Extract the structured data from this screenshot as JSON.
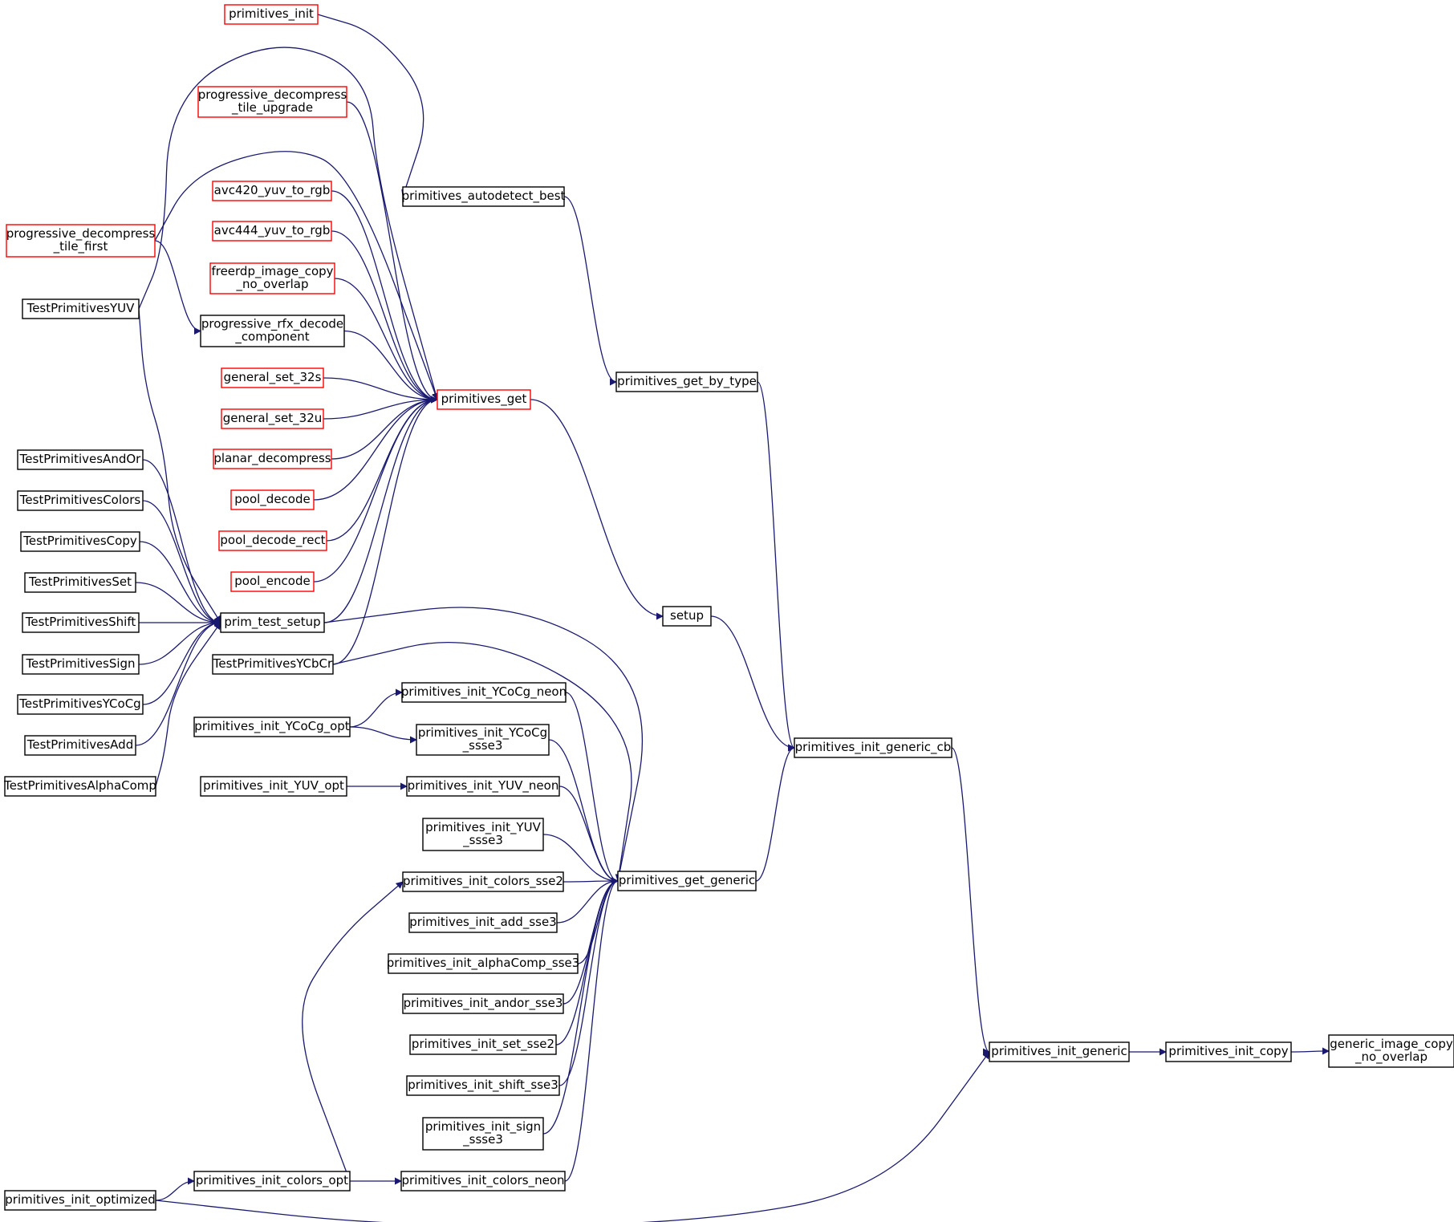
{
  "colors": {
    "edge": "#191970",
    "node_border": "#000000",
    "node_border_truncated": "#ff0000",
    "focus_fill": "#bfbfbf"
  },
  "nodes": [
    {
      "id": "primitives_init",
      "lines": [
        "primitives_init"
      ],
      "truncated": true
    },
    {
      "id": "prog_tile_upgrade",
      "lines": [
        "progressive_decompress",
        "_tile_upgrade"
      ],
      "truncated": true
    },
    {
      "id": "avc420",
      "lines": [
        "avc420_yuv_to_rgb"
      ],
      "truncated": true
    },
    {
      "id": "avc444",
      "lines": [
        "avc444_yuv_to_rgb"
      ],
      "truncated": true
    },
    {
      "id": "freerdp_copy",
      "lines": [
        "freerdp_image_copy",
        "_no_overlap"
      ],
      "truncated": true
    },
    {
      "id": "prog_rfx",
      "lines": [
        "progressive_rfx_decode",
        "_component"
      ],
      "truncated": false
    },
    {
      "id": "set32s",
      "lines": [
        "general_set_32s"
      ],
      "truncated": true
    },
    {
      "id": "set32u",
      "lines": [
        "general_set_32u"
      ],
      "truncated": true
    },
    {
      "id": "planar",
      "lines": [
        "planar_decompress"
      ],
      "truncated": true
    },
    {
      "id": "pool_decode",
      "lines": [
        "pool_decode"
      ],
      "truncated": true
    },
    {
      "id": "pool_decode_rect",
      "lines": [
        "pool_decode_rect"
      ],
      "truncated": true
    },
    {
      "id": "pool_encode",
      "lines": [
        "pool_encode"
      ],
      "truncated": true
    },
    {
      "id": "prog_tile_first",
      "lines": [
        "progressive_decompress",
        "_tile_first"
      ],
      "truncated": true
    },
    {
      "id": "t_yuv",
      "lines": [
        "TestPrimitivesYUV"
      ],
      "truncated": false
    },
    {
      "id": "t_andor",
      "lines": [
        "TestPrimitivesAndOr"
      ],
      "truncated": false
    },
    {
      "id": "t_colors",
      "lines": [
        "TestPrimitivesColors"
      ],
      "truncated": false
    },
    {
      "id": "t_copy",
      "lines": [
        "TestPrimitivesCopy"
      ],
      "truncated": false
    },
    {
      "id": "t_set",
      "lines": [
        "TestPrimitivesSet"
      ],
      "truncated": false
    },
    {
      "id": "t_shift",
      "lines": [
        "TestPrimitivesShift"
      ],
      "truncated": false
    },
    {
      "id": "t_sign",
      "lines": [
        "TestPrimitivesSign"
      ],
      "truncated": false
    },
    {
      "id": "t_ycocg",
      "lines": [
        "TestPrimitivesYCoCg"
      ],
      "truncated": false
    },
    {
      "id": "t_add",
      "lines": [
        "TestPrimitivesAdd"
      ],
      "truncated": false
    },
    {
      "id": "t_alpha",
      "lines": [
        "TestPrimitivesAlphaComp"
      ],
      "truncated": false
    },
    {
      "id": "prim_test_setup",
      "lines": [
        "prim_test_setup"
      ],
      "truncated": false
    },
    {
      "id": "t_ycbcr",
      "lines": [
        "TestPrimitivesYCbCr"
      ],
      "truncated": false
    },
    {
      "id": "autodetect",
      "lines": [
        "primitives_autodetect_best"
      ],
      "truncated": false
    },
    {
      "id": "primitives_get",
      "lines": [
        "primitives_get"
      ],
      "truncated": true
    },
    {
      "id": "get_by_type",
      "lines": [
        "primitives_get_by_type"
      ],
      "truncated": false
    },
    {
      "id": "setup",
      "lines": [
        "setup"
      ],
      "truncated": false
    },
    {
      "id": "ycocg_neon",
      "lines": [
        "primitives_init_YCoCg_neon"
      ],
      "truncated": false
    },
    {
      "id": "ycocg_opt",
      "lines": [
        "primitives_init_YCoCg_opt"
      ],
      "truncated": false
    },
    {
      "id": "ycocg_ssse3",
      "lines": [
        "primitives_init_YCoCg",
        "_ssse3"
      ],
      "truncated": false
    },
    {
      "id": "yuv_opt",
      "lines": [
        "primitives_init_YUV_opt"
      ],
      "truncated": false
    },
    {
      "id": "yuv_neon",
      "lines": [
        "primitives_init_YUV_neon"
      ],
      "truncated": false
    },
    {
      "id": "yuv_ssse3",
      "lines": [
        "primitives_init_YUV",
        "_ssse3"
      ],
      "truncated": false
    },
    {
      "id": "colors_sse2",
      "lines": [
        "primitives_init_colors_sse2"
      ],
      "truncated": false
    },
    {
      "id": "add_sse3",
      "lines": [
        "primitives_init_add_sse3"
      ],
      "truncated": false
    },
    {
      "id": "alpha_sse3",
      "lines": [
        "primitives_init_alphaComp_sse3"
      ],
      "truncated": false
    },
    {
      "id": "andor_sse3",
      "lines": [
        "primitives_init_andor_sse3"
      ],
      "truncated": false
    },
    {
      "id": "set_sse2",
      "lines": [
        "primitives_init_set_sse2"
      ],
      "truncated": false
    },
    {
      "id": "shift_sse3",
      "lines": [
        "primitives_init_shift_sse3"
      ],
      "truncated": false
    },
    {
      "id": "sign_ssse3",
      "lines": [
        "primitives_init_sign",
        "_ssse3"
      ],
      "truncated": false
    },
    {
      "id": "colors_opt",
      "lines": [
        "primitives_init_colors_opt"
      ],
      "truncated": false
    },
    {
      "id": "colors_neon",
      "lines": [
        "primitives_init_colors_neon"
      ],
      "truncated": false
    },
    {
      "id": "init_optimized",
      "lines": [
        "primitives_init_optimized"
      ],
      "truncated": false
    },
    {
      "id": "get_generic",
      "lines": [
        "primitives_get_generic"
      ],
      "truncated": false
    },
    {
      "id": "init_generic_cb",
      "lines": [
        "primitives_init_generic_cb"
      ],
      "truncated": false
    },
    {
      "id": "init_generic",
      "lines": [
        "primitives_init_generic"
      ],
      "truncated": false
    },
    {
      "id": "init_copy",
      "lines": [
        "primitives_init_copy"
      ],
      "truncated": false
    },
    {
      "id": "focus",
      "lines": [
        "generic_image_copy",
        "_no_overlap"
      ],
      "truncated": false,
      "focus": true
    }
  ],
  "edges": [
    [
      "primitives_init",
      "autodetect"
    ],
    [
      "autodetect",
      "get_by_type"
    ],
    [
      "get_by_type",
      "init_generic_cb"
    ],
    [
      "primitives_get",
      "setup"
    ],
    [
      "setup",
      "init_generic_cb"
    ],
    [
      "init_generic_cb",
      "init_generic"
    ],
    [
      "get_generic",
      "init_generic_cb"
    ],
    [
      "init_generic",
      "init_copy"
    ],
    [
      "init_copy",
      "focus"
    ],
    [
      "init_optimized",
      "init_generic"
    ],
    [
      "prog_tile_upgrade",
      "primitives_get"
    ],
    [
      "avc420",
      "primitives_get"
    ],
    [
      "avc444",
      "primitives_get"
    ],
    [
      "freerdp_copy",
      "primitives_get"
    ],
    [
      "prog_rfx",
      "primitives_get"
    ],
    [
      "set32s",
      "primitives_get"
    ],
    [
      "set32u",
      "primitives_get"
    ],
    [
      "planar",
      "primitives_get"
    ],
    [
      "pool_decode",
      "primitives_get"
    ],
    [
      "pool_decode_rect",
      "primitives_get"
    ],
    [
      "pool_encode",
      "primitives_get"
    ],
    [
      "prim_test_setup",
      "primitives_get"
    ],
    [
      "t_ycbcr",
      "primitives_get"
    ],
    [
      "prog_tile_first",
      "primitives_get"
    ],
    [
      "t_yuv",
      "primitives_get"
    ],
    [
      "prog_tile_first",
      "prog_rfx"
    ],
    [
      "t_yuv",
      "prim_test_setup"
    ],
    [
      "t_andor",
      "prim_test_setup"
    ],
    [
      "t_colors",
      "prim_test_setup"
    ],
    [
      "t_copy",
      "prim_test_setup"
    ],
    [
      "t_set",
      "prim_test_setup"
    ],
    [
      "t_shift",
      "prim_test_setup"
    ],
    [
      "t_sign",
      "prim_test_setup"
    ],
    [
      "t_ycocg",
      "prim_test_setup"
    ],
    [
      "t_add",
      "prim_test_setup"
    ],
    [
      "t_alpha",
      "prim_test_setup"
    ],
    [
      "prim_test_setup",
      "get_generic"
    ],
    [
      "t_ycbcr",
      "get_generic"
    ],
    [
      "ycocg_neon",
      "get_generic"
    ],
    [
      "ycocg_ssse3",
      "get_generic"
    ],
    [
      "yuv_neon",
      "get_generic"
    ],
    [
      "yuv_ssse3",
      "get_generic"
    ],
    [
      "colors_sse2",
      "get_generic"
    ],
    [
      "add_sse3",
      "get_generic"
    ],
    [
      "alpha_sse3",
      "get_generic"
    ],
    [
      "andor_sse3",
      "get_generic"
    ],
    [
      "set_sse2",
      "get_generic"
    ],
    [
      "shift_sse3",
      "get_generic"
    ],
    [
      "sign_ssse3",
      "get_generic"
    ],
    [
      "colors_neon",
      "get_generic"
    ],
    [
      "ycocg_opt",
      "ycocg_neon"
    ],
    [
      "ycocg_opt",
      "ycocg_ssse3"
    ],
    [
      "yuv_opt",
      "yuv_neon"
    ],
    [
      "colors_opt",
      "colors_sse2"
    ],
    [
      "colors_opt",
      "colors_neon"
    ],
    [
      "init_optimized",
      "colors_opt"
    ]
  ]
}
